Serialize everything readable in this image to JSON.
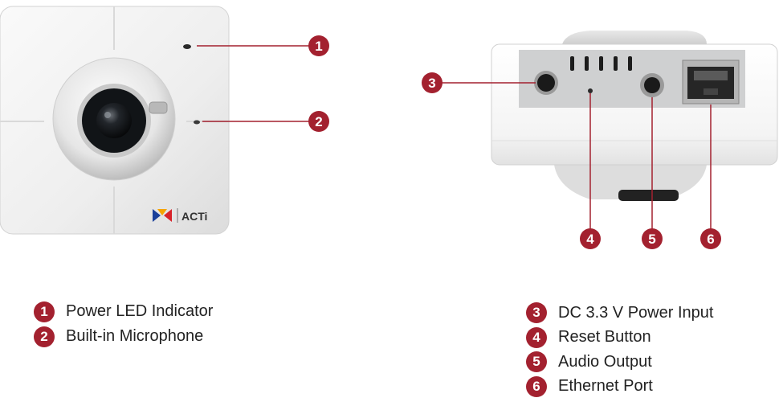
{
  "brand": {
    "name": "ACTi",
    "logo_colors": [
      "#1a3f9a",
      "#d8232a",
      "#f5a300"
    ]
  },
  "colors": {
    "callout": "#a3212f",
    "callout_line": "#a3212f",
    "body": "#f1f1f1",
    "legend_text": "#222222"
  },
  "callouts": [
    {
      "number": "1",
      "label": "Power LED Indicator"
    },
    {
      "number": "2",
      "label": "Built-in Microphone"
    },
    {
      "number": "3",
      "label": "DC 3.3 V Power Input"
    },
    {
      "number": "4",
      "label": "Reset Button"
    },
    {
      "number": "5",
      "label": "Audio Output"
    },
    {
      "number": "6",
      "label": "Ethernet Port"
    }
  ]
}
